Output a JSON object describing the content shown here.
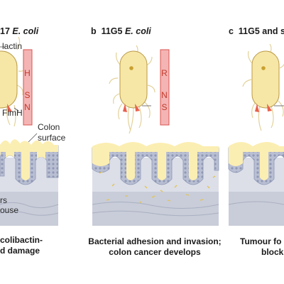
{
  "panels": [
    {
      "letter": "",
      "title_prefix": "17 ",
      "title_italic": "E. coli",
      "gene_letters": [
        "H",
        "S",
        "N"
      ],
      "labels": {
        "colibactin": "lactin",
        "fimh": "FimH",
        "colon_surface_line1": "Colon",
        "colon_surface_line2": "surface",
        "layer1": "rs",
        "layer2": "ouse"
      },
      "caption_line1": "colibactin-",
      "caption_line2": "d damage"
    },
    {
      "letter": "b",
      "title_prefix": "11G5 ",
      "title_italic": "E. coli",
      "gene_letters": [
        "R",
        "N",
        "S"
      ],
      "caption_line1": "Bacterial adhesion and invasion;",
      "caption_line2": "colon cancer develops"
    },
    {
      "letter": "c",
      "title_prefix": "11G5 and s",
      "title_italic": "",
      "caption_line1": "Tumour fo",
      "caption_line2": "block"
    }
  ],
  "colors": {
    "bacterium_fill": "#f7e7a6",
    "bacterium_stroke": "#b89a4a",
    "nucleoid": "#c8a030",
    "pili": "#e8d9a6",
    "fimh_tip": "#e8604c",
    "gene_bar_fill": "#f4b4b4",
    "gene_bar_stroke": "#d9534f",
    "gene_text": "#c0392b",
    "mucus": "#fbeeb2",
    "epithelium": "#b9bfd3",
    "epithelium_cell": "#8f98b5",
    "lamina": "#dcdfe8",
    "submucosa": "#c9cdd9",
    "invading_bacteria": "#e2c35a"
  }
}
